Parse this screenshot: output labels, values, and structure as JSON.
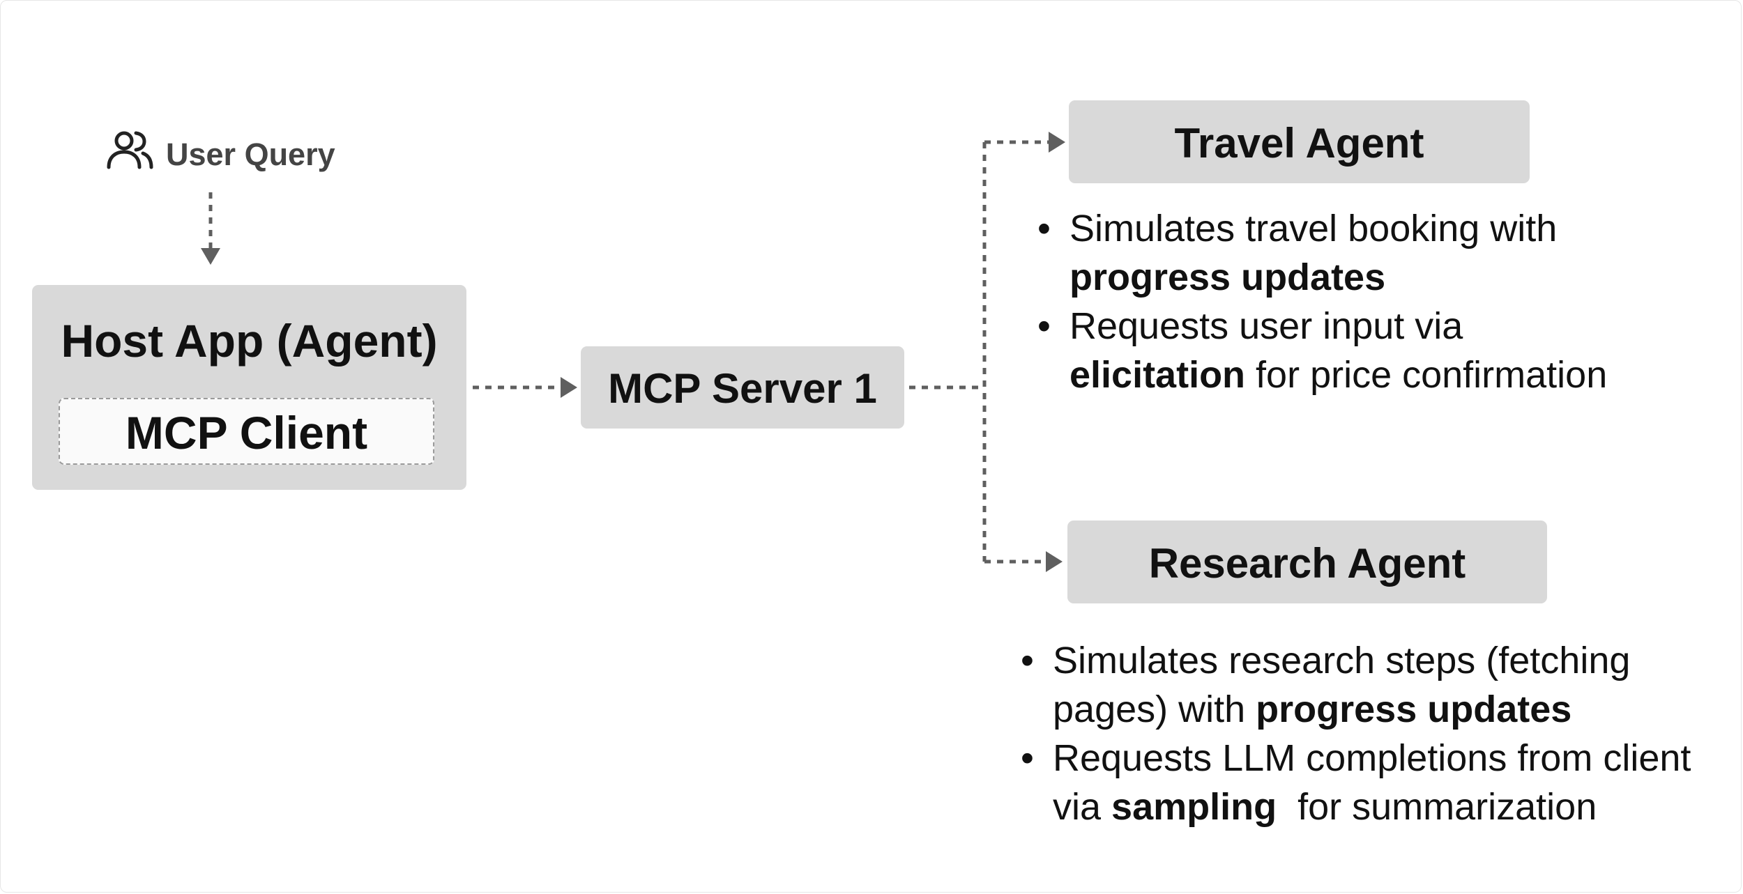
{
  "user_query": {
    "icon": "users-icon",
    "label": "User Query"
  },
  "host_app": {
    "title": "Host App (Agent)",
    "client_label": "MCP Client"
  },
  "mcp_server": {
    "label": "MCP Server 1"
  },
  "travel_agent": {
    "title": "Travel Agent",
    "bullets": [
      {
        "lines": [
          [
            {
              "text": "Simulates travel booking with",
              "bold": false
            }
          ],
          [
            {
              "text": "progress updates",
              "bold": true
            }
          ]
        ]
      },
      {
        "lines": [
          [
            {
              "text": "Requests user input via",
              "bold": false
            }
          ],
          [
            {
              "text": "elicitation",
              "bold": true
            },
            {
              "text": " for price confirmation",
              "bold": false
            }
          ]
        ]
      }
    ]
  },
  "research_agent": {
    "title": "Research Agent",
    "bullets": [
      {
        "lines": [
          [
            {
              "text": "Simulates research steps (fetching",
              "bold": false
            }
          ],
          [
            {
              "text": "pages) with ",
              "bold": false
            },
            {
              "text": "progress updates",
              "bold": true
            }
          ]
        ]
      },
      {
        "lines": [
          [
            {
              "text": "Requests LLM completions from client",
              "bold": false
            }
          ],
          [
            {
              "text": "via ",
              "bold": false
            },
            {
              "text": "sampling",
              "bold": true
            },
            {
              "text": "  for summarization",
              "bold": false
            }
          ]
        ]
      }
    ]
  },
  "colors": {
    "box_fill": "#d9d9d9",
    "client_fill": "#fafafa",
    "connector": "#5f5f5f",
    "text": "#111111",
    "muted_text": "#444444"
  }
}
